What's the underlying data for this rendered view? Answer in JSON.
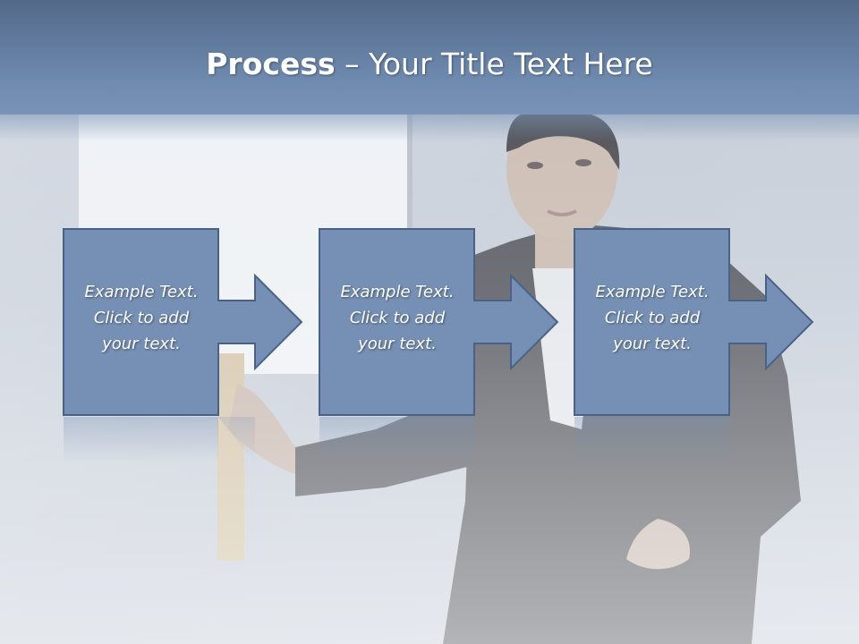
{
  "slide": {
    "title_bold": "Process",
    "title_rest": " – Your Title Text Here"
  },
  "steps": [
    {
      "line1": "Example Text.",
      "line2": "Click  to add",
      "line3": "your text."
    },
    {
      "line1": "Example Text.",
      "line2": "Click  to add",
      "line3": "your text."
    },
    {
      "line1": "Example Text.",
      "line2": "Click  to add",
      "line3": "your text."
    }
  ],
  "colors": {
    "title_bar": "#6e8aae",
    "box_fill": "#7590b4",
    "box_stroke": "#4a6287",
    "text": "#ffffff"
  }
}
